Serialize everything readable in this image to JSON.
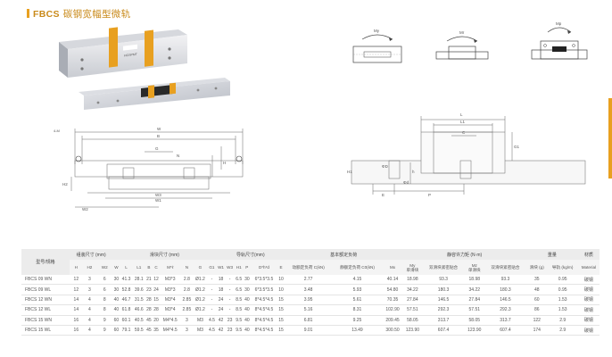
{
  "header": {
    "code": "FBCS",
    "name": "碳钢宽幅型微轨"
  },
  "drawings": {
    "product_logo": "HGSPMT",
    "front": {
      "w": "W",
      "b": "B",
      "c": "C",
      "g": "G",
      "n": "N",
      "h": "H",
      "h2": "H2",
      "w1": "W1",
      "w2": "W2",
      "w3": "W3",
      "n1": "4-M",
      "l": "L"
    },
    "side": {
      "l": "L",
      "l1": "L1",
      "c": "C",
      "e": "E",
      "p": "P",
      "h1": "H1",
      "d": "ΦD",
      "d2": "Φd",
      "h": "h",
      "g1": "G1"
    },
    "moments": {
      "my": "My",
      "mr": "Mr",
      "mp": "Mp"
    }
  },
  "table": {
    "model_header": "型号/规格",
    "groups": {
      "assembly": "组装尺寸 (mm)",
      "block": "滑块尺寸 (mm)",
      "rail": "导轨尺寸(mm)",
      "load": "基本额定负荷",
      "moment": "静容许力矩 (N·m)",
      "weight": "重量",
      "material": "材质"
    },
    "sub": {
      "H": "H",
      "H2": "H2",
      "W2": "W2",
      "W": "W",
      "L": "L",
      "L1": "L1",
      "B": "B",
      "C": "C",
      "M": "M*ℓ",
      "N": "N",
      "G": "G",
      "G1": "G1",
      "W1": "W1",
      "W3": "W3",
      "H1": "H1",
      "P": "P",
      "D": "D*h*d",
      "E": "E",
      "Cd": "动额定负荷 C(kN)",
      "Co": "静额定负荷 C0(kN)",
      "Mx": "Mx",
      "My1": "单滑块",
      "My2": "双滑块紧密贴合",
      "Mz1": "单滑块",
      "Mz2": "双滑块紧密贴合",
      "Wb": "滑块 (g)",
      "Wr": "导轨 (kg/m)",
      "Mat": "Material"
    },
    "my_label": "My",
    "mz_label": "Mz",
    "rows": [
      [
        "FBCS 09 WN",
        "12",
        "3",
        "6",
        "30",
        "41.3",
        "28.1",
        "21",
        "12",
        "M3*3",
        "2.8",
        "Ø1.2",
        "-",
        "18",
        "-",
        "6.5",
        "30",
        "6*3.5*3.5",
        "10",
        "2.77",
        "4.15",
        "40.14",
        "18.98",
        "93.3",
        "18.98",
        "93.3",
        "35",
        "0.95",
        "碳钢"
      ],
      [
        "FBCS 09 WL",
        "12",
        "3",
        "6",
        "30",
        "52.8",
        "39.6",
        "23",
        "24",
        "M3*3",
        "2.8",
        "Ø1.2",
        "-",
        "18",
        "-",
        "6.5",
        "30",
        "6*3.5*3.5",
        "10",
        "3.48",
        "5.93",
        "54.80",
        "34.22",
        "180.3",
        "34.22",
        "180.3",
        "48",
        "0.95",
        "碳钢"
      ],
      [
        "FBCS 12 WN",
        "14",
        "4",
        "8",
        "40",
        "46.7",
        "31.5",
        "28",
        "15",
        "M3*4",
        "2.85",
        "Ø1.2",
        "-",
        "24",
        "-",
        "8.5",
        "40",
        "8*4.5*4.5",
        "15",
        "3.95",
        "5.61",
        "70.35",
        "27.84",
        "146.5",
        "27.84",
        "146.5",
        "60",
        "1.53",
        "碳钢"
      ],
      [
        "FBCS 12 WL",
        "14",
        "4",
        "8",
        "40",
        "61.8",
        "46.6",
        "28",
        "28",
        "M3*4",
        "2.85",
        "Ø1.2",
        "-",
        "24",
        "-",
        "8.5",
        "40",
        "8*4.5*4.5",
        "15",
        "5.16",
        "8.31",
        "102.90",
        "57.51",
        "292.3",
        "57.51",
        "292.3",
        "86",
        "1.53",
        "碳钢"
      ],
      [
        "FBCS 15 WN",
        "16",
        "4",
        "9",
        "60",
        "60.1",
        "40.5",
        "45",
        "20",
        "M4*4.5",
        "3",
        "M3",
        "4.5",
        "42",
        "23",
        "9.5",
        "40",
        "8*4.5*4.5",
        "15",
        "6.81",
        "9.25",
        "209.45",
        "58.05",
        "313.7",
        "58.05",
        "313.7",
        "122",
        "2.9",
        "碳钢"
      ],
      [
        "FBCS 15 WL",
        "16",
        "4",
        "9",
        "60",
        "79.1",
        "59.5",
        "45",
        "35",
        "M4*4.5",
        "3",
        "M3",
        "4.5",
        "42",
        "23",
        "9.5",
        "40",
        "8*4.5*4.5",
        "15",
        "9.01",
        "13.49",
        "300.50",
        "123.90",
        "607.4",
        "123.90",
        "607.4",
        "174",
        "2.9",
        "碳钢"
      ]
    ]
  }
}
